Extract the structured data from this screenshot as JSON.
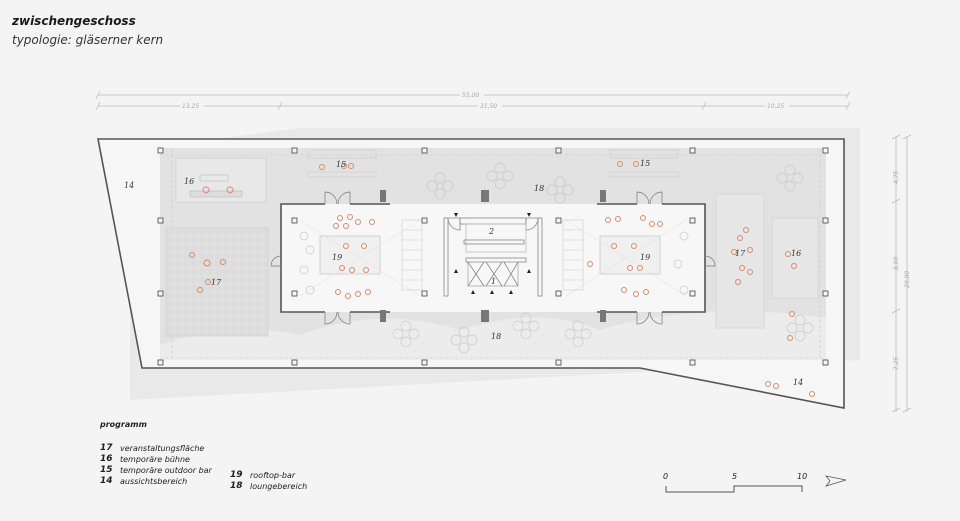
{
  "header": {
    "title": "zwischengeschoss",
    "subtitle": "typologie: gläserner kern"
  },
  "dimensions": {
    "horizontal_total": "55,00",
    "horizontal_segments": [
      "13,25",
      "31,50",
      "10,25"
    ],
    "vertical_total": "20,00",
    "vertical_segments": [
      "4,75",
      "8,00",
      "7,25"
    ]
  },
  "plan_labels": {
    "core_upper": "2",
    "core_lower": "1",
    "aussicht_left": "14",
    "aussicht_right": "14",
    "buehne_left": "16",
    "buehne_right": "16",
    "veranstaltung_left": "17",
    "veranstaltung_right": "17",
    "bar_left": "15",
    "bar_right": "15",
    "lounge_top": "18",
    "lounge_bottom": "18",
    "rooftop_left": "19",
    "rooftop_right": "19"
  },
  "legend": {
    "heading": "programm",
    "column1": [
      {
        "num": "17",
        "label": "veranstaltungsfläche"
      },
      {
        "num": "16",
        "label": "temporäre bühne"
      },
      {
        "num": "15",
        "label": "temporäre outdoor bar"
      },
      {
        "num": "14",
        "label": "aussichtsbereich"
      }
    ],
    "column2": [
      {
        "num": "19",
        "label": "rooftop-bar"
      },
      {
        "num": "18",
        "label": "loungebereich"
      }
    ]
  },
  "scale_bar": {
    "ticks": [
      "0",
      "5",
      "10"
    ]
  },
  "colors": {
    "background": "#f4f4f4",
    "deck": "#e4e4e4",
    "interior": "#f7f7f7",
    "wall": "#555555",
    "furniture": "#c8c8c8",
    "people": "#d98a6a"
  }
}
